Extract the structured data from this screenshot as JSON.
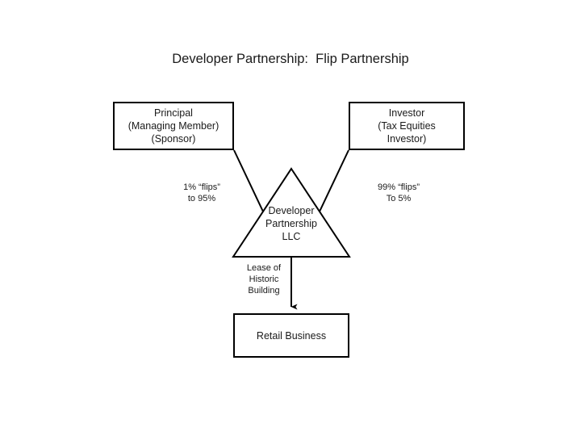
{
  "diagram": {
    "title": "Developer Partnership:  Flip Partnership",
    "background_color": "#ffffff",
    "line_color": "#000000",
    "text_color": "#1a1a1a",
    "nodes": {
      "principal": {
        "shape": "rectangle",
        "text": "Principal\n(Managing Member)\n(Sponsor)"
      },
      "investor": {
        "shape": "rectangle",
        "text": "Investor\n(Tax Equities\nInvestor)"
      },
      "partnership": {
        "shape": "triangle",
        "text": "Developer\nPartnership\nLLC"
      },
      "retail": {
        "shape": "rectangle",
        "text": "Retail Business"
      }
    },
    "edges": {
      "principal_to_partnership": {
        "label": "1% “flips”\nto 95%",
        "arrow": false
      },
      "investor_to_partnership": {
        "label": "99% “flips”\nTo 5%",
        "arrow": false
      },
      "partnership_to_retail": {
        "label": "Lease of\nHistoric\nBuilding",
        "arrow": true
      }
    }
  }
}
